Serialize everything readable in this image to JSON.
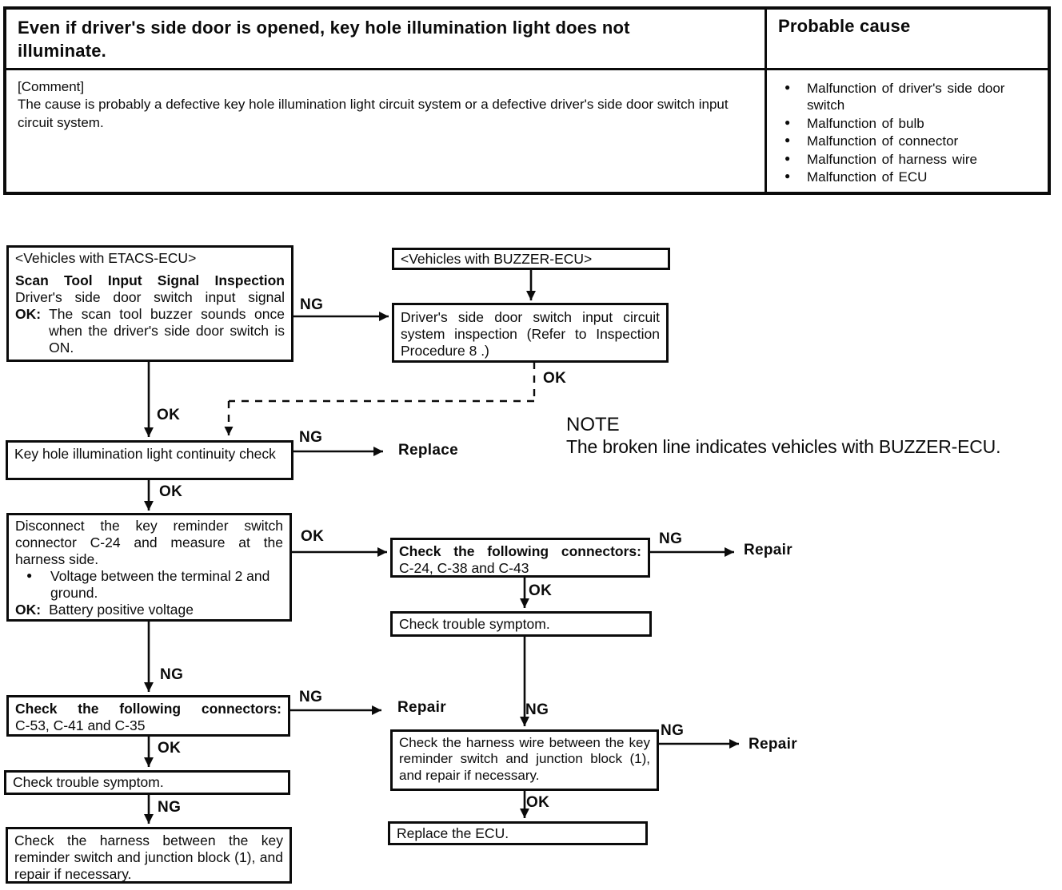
{
  "header_table": {
    "symptom": "Even if driver's side door is opened, key hole illumination light does not illuminate.",
    "probable_cause_title": "Probable cause",
    "comment_label": "[Comment]",
    "comment": "The cause is probably a defective key hole illumination light circuit system or a defective driver's side door switch input circuit system.",
    "causes": [
      "Malfunction of driver's side door switch",
      "Malfunction of bulb",
      "Malfunction of connector",
      "Malfunction of harness wire",
      "Malfunction of ECU"
    ]
  },
  "flowchart": {
    "etacs": {
      "header": "<Vehicles with ETACS-ECU>",
      "title": "Scan Tool Input Signal Inspection",
      "line": "Driver's side door switch input signal",
      "ok_label": "OK:",
      "ok_text": "The scan tool buzzer sounds once when the driver's side door switch is ON."
    },
    "buzzer_header": "<Vehicles with BUZZER-ECU>",
    "buzzer_inspection": "Driver's side door switch input circuit system inspection (Refer to Inspection Procedure 8 .)",
    "keyhole_check": "Key hole illumination light continuity check",
    "disconnect": {
      "text": "Disconnect the key reminder switch connector C-24 and measure at the harness side.",
      "bullet": "Voltage between the terminal 2 and ground.",
      "ok_label": "OK:",
      "ok_text": "Battery positive voltage"
    },
    "connectors_right": {
      "title": "Check the following connectors:",
      "items": "C-24, C-38 and C-43"
    },
    "trouble_right": "Check trouble symptom.",
    "harness_right": "Check the harness wire between the key reminder switch and junction block (1), and repair if necessary.",
    "replace_ecu": "Replace the ECU.",
    "connectors_left": {
      "title": "Check the following connectors:",
      "items": "C-53, C-41 and C-35"
    },
    "trouble_left": "Check trouble symptom.",
    "harness_left": "Check the harness between the key reminder switch and junction block (1), and repair if necessary.",
    "note": {
      "title": "NOTE",
      "text": "The broken line indicates vehicles with BUZZER-ECU."
    },
    "labels": {
      "ok": "OK",
      "ng": "NG",
      "replace": "Replace",
      "repair": "Repair"
    }
  }
}
